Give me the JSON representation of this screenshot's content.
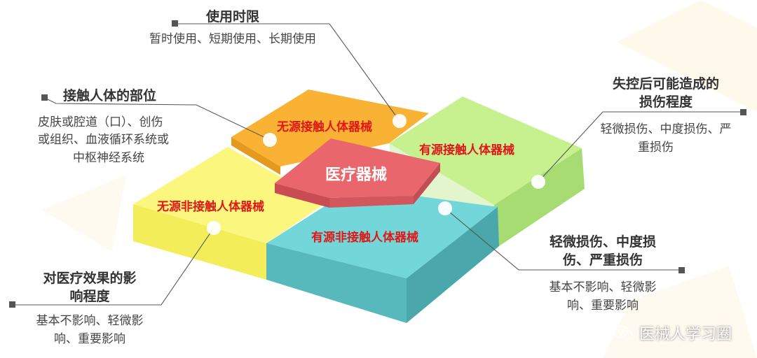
{
  "center": {
    "label": "医疗器械"
  },
  "tiles": {
    "top": {
      "label": "无源接触人体器械"
    },
    "right": {
      "label": "有源接触人体器械"
    },
    "left": {
      "label": "无源非接触人体器械"
    },
    "bottom": {
      "label": "有源非接触人体器械"
    }
  },
  "callouts": {
    "duration": {
      "title": "使用时限",
      "body": "暂时使用、短期使用、长期使用"
    },
    "body_site": {
      "title": "接触人体的部位",
      "body_lines": [
        "皮肤或腔道（口）、创伤",
        "或组织、血液循环系统或",
        "中枢神经系统"
      ]
    },
    "loss_control": {
      "title_lines": [
        "失控后可能造成的",
        "损伤程度"
      ],
      "body_lines": [
        "轻微损伤、中度损伤、严",
        "重损伤"
      ]
    },
    "injury": {
      "title_lines": [
        "轻微损伤、中度损",
        "伤、严重损伤"
      ],
      "body_lines": [
        "基本不影响、轻微影",
        "响、重要影响"
      ]
    },
    "effect": {
      "title_lines": [
        "对医疗效果的影",
        "响程度"
      ],
      "body_lines": [
        "基本不影响、轻微影",
        "响、重要影响"
      ]
    }
  },
  "watermark": {
    "text": "医械人学习圈",
    "icon": "wechat-icon"
  },
  "colors": {
    "top_tile": "#f9b233",
    "right_tile": "#c7f08f",
    "left_tile": "#fbf77e",
    "bottom_tile": "#6fd3d6",
    "center_tile": "#e9676c",
    "label_red": "#e11616"
  }
}
